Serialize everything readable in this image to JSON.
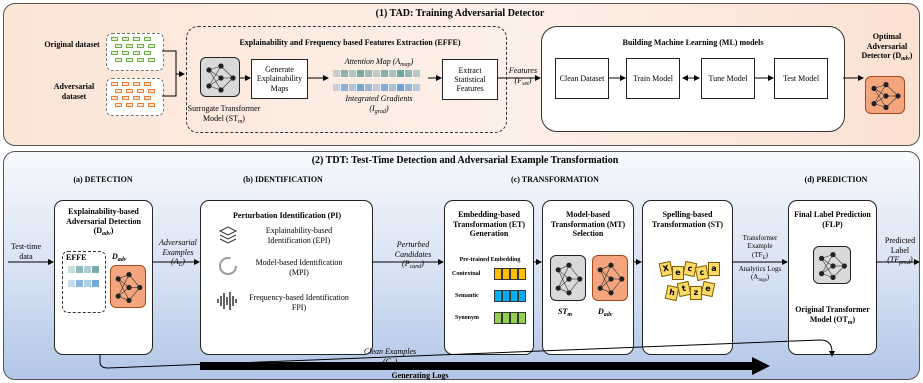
{
  "tad": {
    "title": "(1) TAD: Training Adversarial Detector",
    "original_dataset": "Original dataset",
    "adversarial_dataset": "Adversarial dataset",
    "effe_title": "Explainability and Frequency based Features Extraction (EFFE)",
    "surrogate_label": "Surrogate Transformer Model (ST",
    "surrogate_sub": "m",
    "generate_maps": "Generate Explainability Maps",
    "attention_map": "Attention Map (A",
    "attention_sub": "map",
    "integrated_gradients": "Integrated Gradients",
    "igrad": "(I",
    "igrad_sub": "grad",
    "extract_features": "Extract Statistical Features",
    "features": "Features",
    "fset": "(F",
    "fset_sub": "set",
    "ml_title": "Building Machine Learning (ML) models",
    "clean_dataset": "Clean Dataset",
    "train_model": "Train Model",
    "tune_model": "Tune Model",
    "test_model": "Test Model",
    "optimal_detector": "Optimal Adversarial Detector (D",
    "optimal_sub": "adv"
  },
  "tdt": {
    "title": "(2) TDT: Test-Time Detection and Adversarial Example Transformation",
    "detection_heading": "(a) DETECTION",
    "identification_heading": "(b) IDENTIFICATION",
    "transformation_heading": "(c) TRANSFORMATION",
    "prediction_heading": "(d) PREDICTION",
    "test_time_data": "Test-time data",
    "detector_title": "Explainability-based Adversarial Detection (D",
    "detector_sub": "adv",
    "effe": "EFFE",
    "dadv": "D",
    "dadv_sub": "adv",
    "adversarial_examples": "Adversarial Examples",
    "ae": "(A",
    "ae_sub": "E",
    "pi_title": "Perturbation Identification (PI)",
    "epi": "Explainability-based Identification (EPI)",
    "mpi": "Model-based Identification (MPI)",
    "fpi": "Frequency-based Identification FPI)",
    "perturbed_candidates": "Perturbed Candidates",
    "pcand": "(P",
    "pcand_sub": "cand",
    "et_title": "Embedding-based Transformation (ET) Generation",
    "pretrained": "Pre-trained Embedding",
    "contextual": "Contextual",
    "semantic": "Semantic",
    "synonym": "Synonym",
    "mt_title": "Model-based Transformation (MT) Selection",
    "stm": "ST",
    "stm_sub": "m",
    "st_title": "Spelling-based Transformation (ST)",
    "spelling_letters": [
      "X",
      "e",
      "c",
      "c",
      "a",
      "h",
      "t",
      "z",
      "e"
    ],
    "transformer_example": "Transformer Example",
    "tfe": "(TF",
    "tfe_sub": "E",
    "analytics_logs": "Analytics Logs",
    "alogs": "(A",
    "alogs_sub": "logs",
    "flp_title": "Final Label Prediction (FLP)",
    "original_model": "Original Transformer Model (OT",
    "original_model_sub": "m",
    "predicted_label": "Predicted Label",
    "tfpred": "(TF",
    "tfpred_sub": "pred",
    "clean_examples": "Clean Examples",
    "ce": "(C",
    "ce_sub": "E",
    "generating_logs": "Generating Logs"
  },
  "colors": {
    "tad_bg_left": "#fbe5d6",
    "tad_bg_right": "#fce9dd",
    "tdt_bg_top": "#ffffff",
    "tdt_bg_bottom": "#b7c9ea",
    "orange_fill": "#f4a57e",
    "green_cell": "#70ad47",
    "orange_cell": "#ed7d31",
    "teal_cell": "#5f9ea0"
  }
}
